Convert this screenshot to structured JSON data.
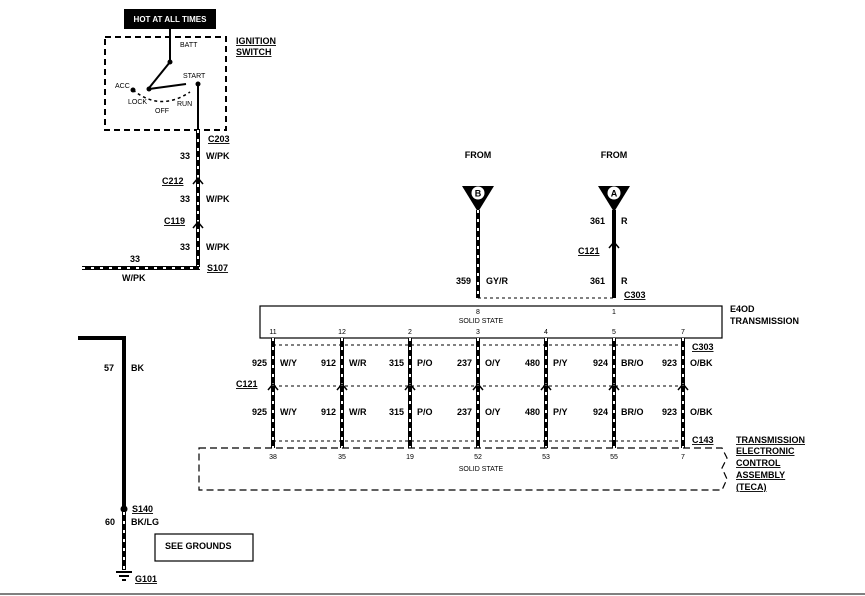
{
  "ignition": {
    "hot_label": "HOT AT ALL TIMES",
    "title_line1": "IGNITION",
    "title_line2": "SWITCH",
    "positions": {
      "batt": "BATT",
      "acc": "ACC",
      "lock": "LOCK",
      "off": "OFF",
      "run": "RUN",
      "start": "START"
    }
  },
  "left_circuit": {
    "connectors": {
      "c203": "C203",
      "c212": "C212",
      "c119": "C119",
      "s107": "S107"
    },
    "wire_num": "33",
    "wire_color": "W/PK"
  },
  "ground_circuit": {
    "wire1_num": "57",
    "wire1_color": "BK",
    "splice": "S140",
    "wire2_num": "60",
    "wire2_color": "BK/LG",
    "see_grounds": "SEE GROUNDS",
    "ground": "G101"
  },
  "from_feeds": {
    "from_label": "FROM",
    "b": {
      "letter": "B",
      "num": "359",
      "color": "GY/R"
    },
    "a": {
      "letter": "A",
      "num": "361",
      "color": "R",
      "connector": "C121"
    },
    "c303": "C303"
  },
  "transmission": {
    "name_line1": "E4OD",
    "name_line2": "TRANSMISSION",
    "box_text": "SOLID STATE",
    "top_pins": [
      "8",
      "1"
    ],
    "bottom_pins": [
      "11",
      "12",
      "2",
      "3",
      "4",
      "5",
      "7"
    ],
    "connector_top": "C303",
    "connector_mid": "C121",
    "connector_bottom": "C143"
  },
  "wires": [
    {
      "num": "925",
      "color": "W/Y"
    },
    {
      "num": "912",
      "color": "W/R"
    },
    {
      "num": "315",
      "color": "P/O"
    },
    {
      "num": "237",
      "color": "O/Y"
    },
    {
      "num": "480",
      "color": "P/Y"
    },
    {
      "num": "924",
      "color": "BR/O"
    },
    {
      "num": "923",
      "color": "O/BK"
    }
  ],
  "teca": {
    "name_line1": "TRANSMISSION",
    "name_line2": "ELECTRONIC",
    "name_line3": "CONTROL",
    "name_line4": "ASSEMBLY",
    "name_line5": "(TECA)",
    "box_text": "SOLID STATE",
    "pins": [
      "38",
      "35",
      "19",
      "52",
      "53",
      "55",
      "7"
    ]
  }
}
